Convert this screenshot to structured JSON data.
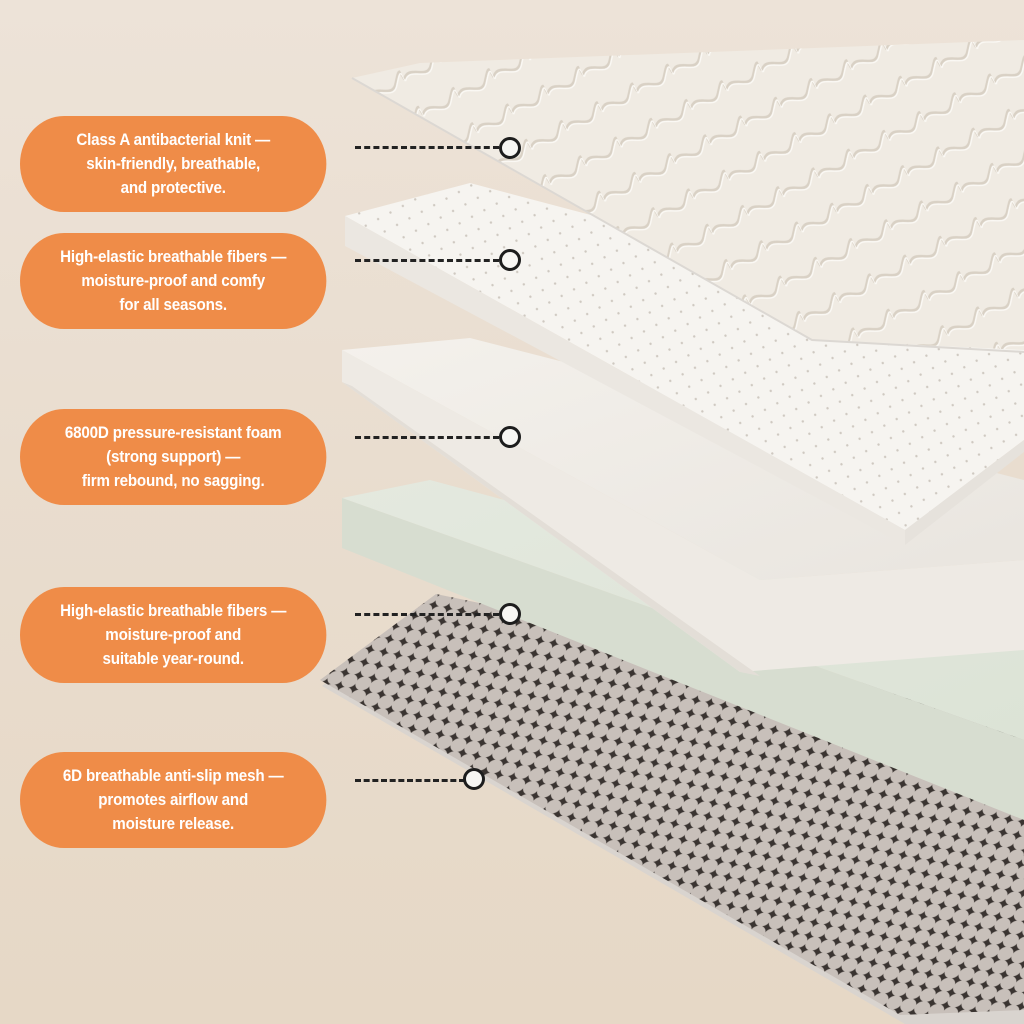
{
  "diagram": {
    "subject": "Mattress layer cross-section",
    "accent_color": "#ef8c48",
    "background_color": "#eadfd1",
    "layers": [
      {
        "name": "antibacterial-knit",
        "pattern": "wave-quilted",
        "color": "#f1ede6",
        "label_lines": [
          "Class A antibacterial knit —",
          "skin-friendly, breathable,",
          "and protective."
        ]
      },
      {
        "name": "breathable-fibers-top",
        "pattern": "perforated",
        "color": "#f5f3ef",
        "label_lines": [
          "High-elastic breathable fibers —",
          "moisture-proof and comfy",
          "for all seasons."
        ]
      },
      {
        "name": "pressure-resistant-foam",
        "pattern": "solid",
        "color": "#f3f0ec",
        "label_lines": [
          "6800D pressure-resistant foam",
          "(strong support) —",
          "firm rebound, no sagging."
        ]
      },
      {
        "name": "breathable-fibers-bottom",
        "pattern": "solid",
        "color": "#e3e8df",
        "label_lines": [
          "High-elastic breathable fibers —",
          "moisture-proof and",
          "suitable year-round."
        ]
      },
      {
        "name": "anti-slip-mesh",
        "pattern": "hexagon-mesh",
        "color": "#b5aca5",
        "label_lines": [
          "6D breathable anti-slip mesh —",
          "promotes airflow and",
          "moisture release."
        ]
      }
    ]
  }
}
